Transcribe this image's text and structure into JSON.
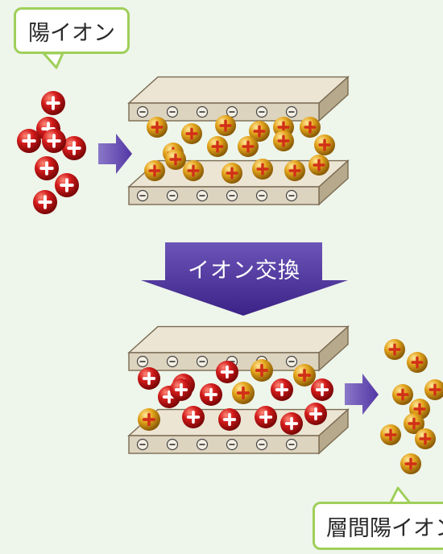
{
  "labels": {
    "top_callout": "陽イオン",
    "bottom_callout": "層間陽イオン",
    "process_arrow": "イオン交換"
  },
  "colors": {
    "background": "#eef5ea",
    "callout_border": "#9fcf5a",
    "plate_face": "#ddd4c0",
    "plate_edge": "#8a7b62",
    "red_cation": "#cc1616",
    "gold_cation": "#e0a51d",
    "arrow": "#4a2d96"
  },
  "icons": {
    "positive": "plus-sign",
    "negative": "minus-sign"
  }
}
